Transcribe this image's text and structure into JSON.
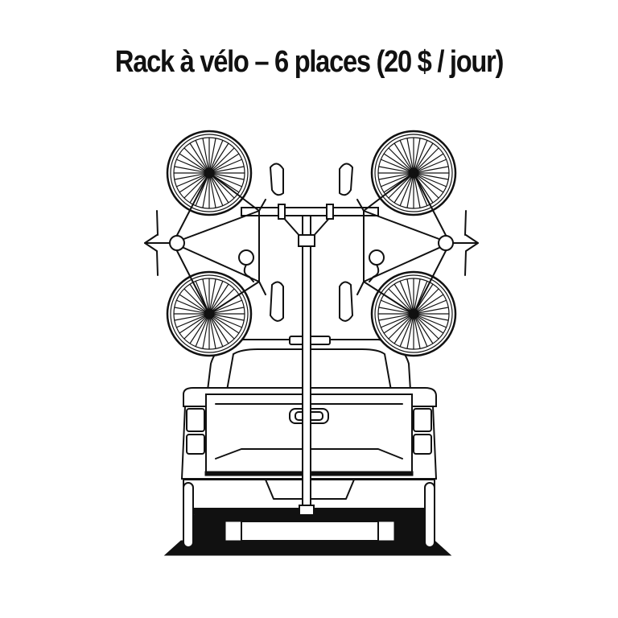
{
  "title": "Rack à vélo – 6 places (20 $ / jour)",
  "product": {
    "name": "Rack à vélo",
    "capacity_label": "6 places",
    "price": "20 $",
    "price_unit": "jour"
  },
  "illustration": {
    "subject": "pickup-truck-rear-view-with-hitch-bike-rack",
    "bikes_shown": 4,
    "style": "black line art on white",
    "colors": {
      "line": "#111111",
      "background": "#ffffff"
    }
  }
}
